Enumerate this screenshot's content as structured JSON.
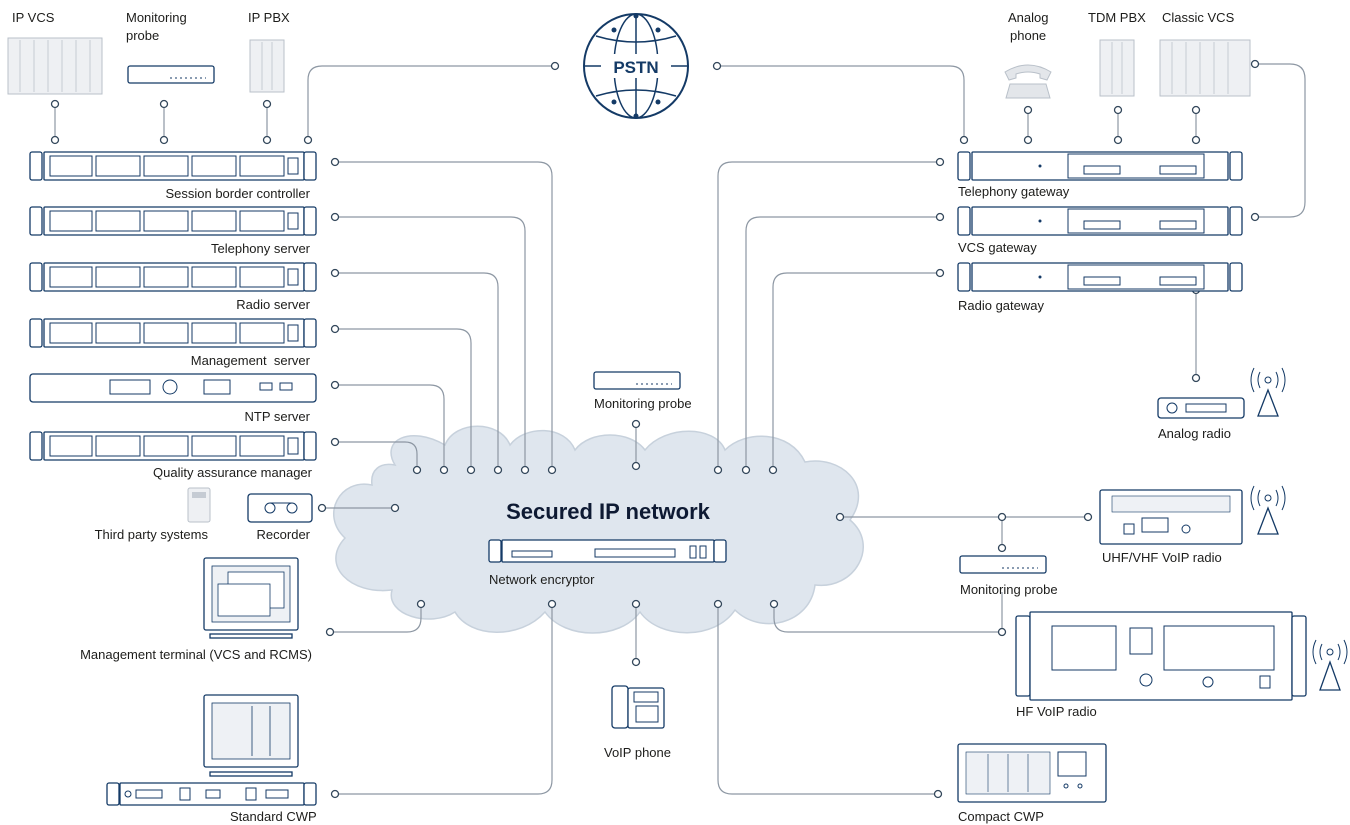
{
  "pstn_label": "PSTN",
  "network_label": "Secured IP network",
  "labels": {
    "ip_vcs": "IP VCS",
    "monitoring_probe_top_1": "Monitoring",
    "monitoring_probe_top_2": "probe",
    "ip_pbx": "IP PBX",
    "analog_phone_1": "Analog",
    "analog_phone_2": "phone",
    "tdm_pbx": "TDM PBX",
    "classic_vcs": "Classic VCS",
    "session_border_controller": "Session border controller",
    "telephony_server": "Telephony server",
    "radio_server": "Radio server",
    "management_server": "Management  server",
    "ntp_server": "NTP server",
    "quality_assurance_manager": "Quality assurance manager",
    "third_party_systems": "Third party systems",
    "recorder": "Recorder",
    "management_terminal": "Management terminal (VCS and RCMS)",
    "standard_cwp": "Standard CWP",
    "monitoring_probe_center": "Monitoring probe",
    "network_encryptor": "Network encryptor",
    "voip_phone": "VoIP phone",
    "telephony_gateway": "Telephony gateway",
    "vcs_gateway": "VCS gateway",
    "radio_gateway": "Radio gateway",
    "analog_radio": "Analog radio",
    "uhf_vhf_voip_radio": "UHF/VHF VoIP radio",
    "monitoring_probe_right": "Monitoring probe",
    "hf_voip_radio": "HF VoIP radio",
    "compact_cwp": "Compact CWP"
  },
  "colors": {
    "device_stroke": "#143a66",
    "wire": "#8d97a3",
    "cloud_fill": "#dfe6ee",
    "cloud_stroke": "#c7d1dc",
    "ghost_device": "#eef0f3"
  },
  "icons": [
    "globe-icon",
    "cloud-icon",
    "rack-server-icon",
    "antenna-icon",
    "phone-icon",
    "monitor-icon"
  ]
}
